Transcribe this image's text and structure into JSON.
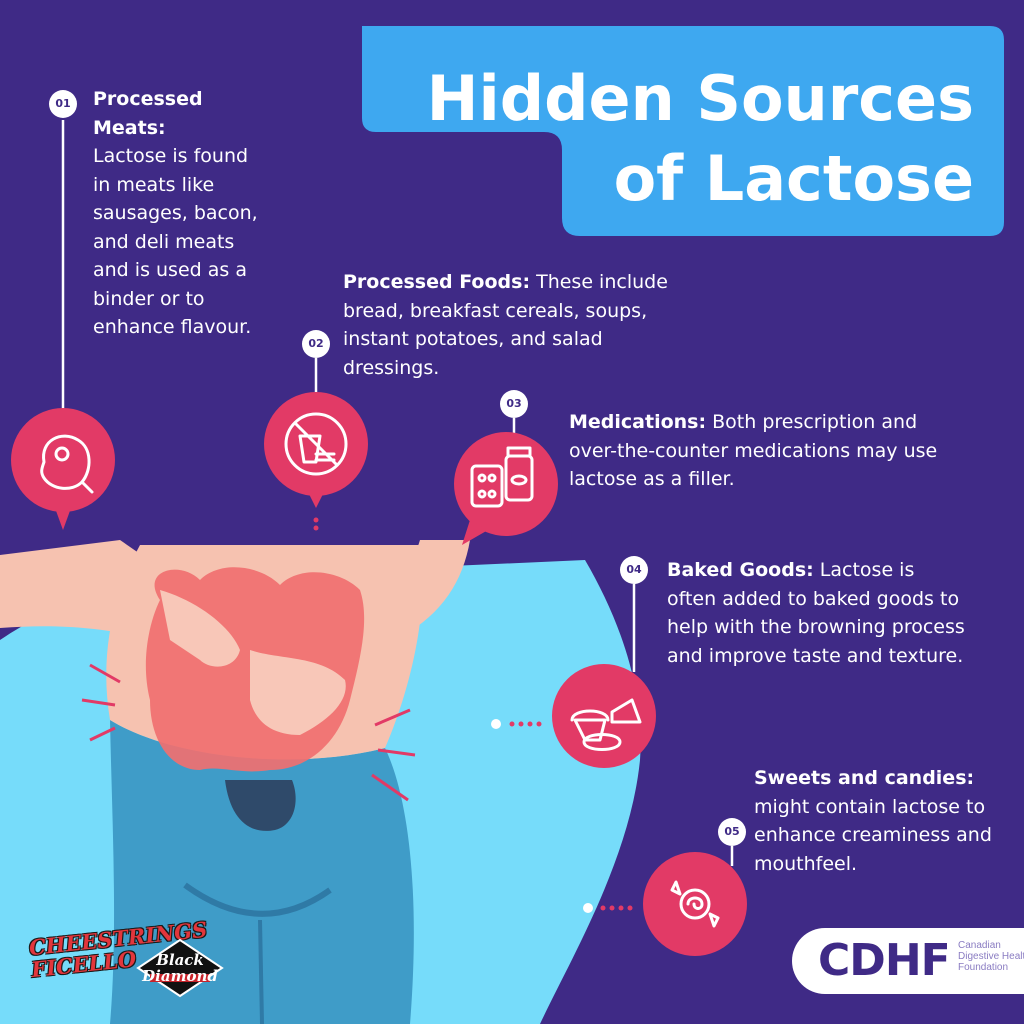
{
  "title": {
    "line1": "Hidden Sources",
    "line2": "of Lactose"
  },
  "items": [
    {
      "number": "01",
      "heading": "Processed Meats:",
      "text": "Lactose is found in meats like sausages, bacon, and deli meats and is used as a binder or to enhance flavour.",
      "icon": "meat-steak-icon"
    },
    {
      "number": "02",
      "heading": "Processed Foods:",
      "text": "These include bread, breakfast cereals, soups, instant potatoes, and salad dressings.",
      "icon": "no-fast-food-icon"
    },
    {
      "number": "03",
      "heading": "Medications:",
      "text": "Both prescription and over-the-counter medications may use lactose as a filler.",
      "icon": "pills-bottle-icon"
    },
    {
      "number": "04",
      "heading": "Baked Goods:",
      "text": "Lactose is often added to baked goods to help with the browning process and improve taste and texture.",
      "icon": "baked-goods-icon"
    },
    {
      "number": "05",
      "heading": "Sweets and candies:",
      "text": "might contain lactose to enhance creaminess and mouthfeel.",
      "icon": "candy-icon"
    }
  ],
  "logos": {
    "cheestrings": "CHEESTRINGS FICELLO",
    "black_diamond": "Black Diamond",
    "cdhf_mark": "CDHF",
    "cdhf_name": "Canadian Digestive Health Foundation"
  },
  "colors": {
    "background": "#3f2a86",
    "title_box": "#3ea8f0",
    "icon_circle": "#e23a66",
    "body_backdrop": "#76dcfa",
    "skin": "#f6c2b0",
    "intestine": "#f07070",
    "jeans": "#3f9cc8"
  }
}
